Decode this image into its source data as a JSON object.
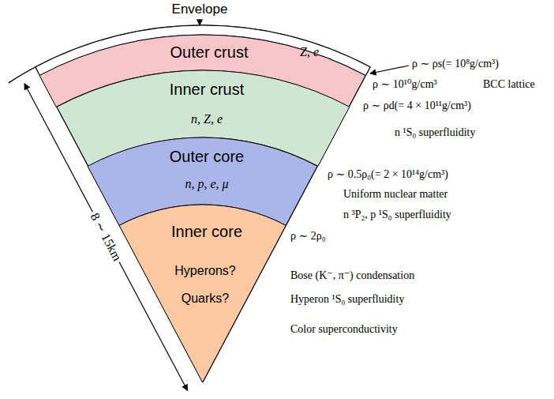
{
  "diagram": {
    "nodes": [
      {
        "text": [
          "Outer crust",
          "Z, e"
        ]
      },
      {
        "text": [
          "Inner crust",
          "n, Z, e"
        ]
      },
      {
        "text": [
          "Outer core",
          "n, p, e, μ"
        ]
      },
      {
        "text": [
          "Inner core",
          "Hyperons?",
          "Quarks?"
        ]
      }
    ],
    "labels": [
      "Envelope",
      "ρ ∼ ρs(= 10⁸g/cm³)",
      "ρ ∼ 10¹⁰g/cm³",
      "BCC lattice",
      "ρ ∼ ρd(= 4 × 10¹¹g/cm³)",
      "n ¹S₀ superfluidity",
      "ρ ∼ 0.5ρ₀(= 2 × 10¹⁴g/cm³)",
      "Uniform nuclear matter",
      "n ³P₂, p ¹S₀ superfluidity",
      "ρ ∼ 2ρ₀",
      "Bose (K⁻, π⁻) condensation",
      "Hyperon ¹S₀ superfluidity",
      "Color superconductivity",
      "8 ∼ 15km"
    ]
  }
}
